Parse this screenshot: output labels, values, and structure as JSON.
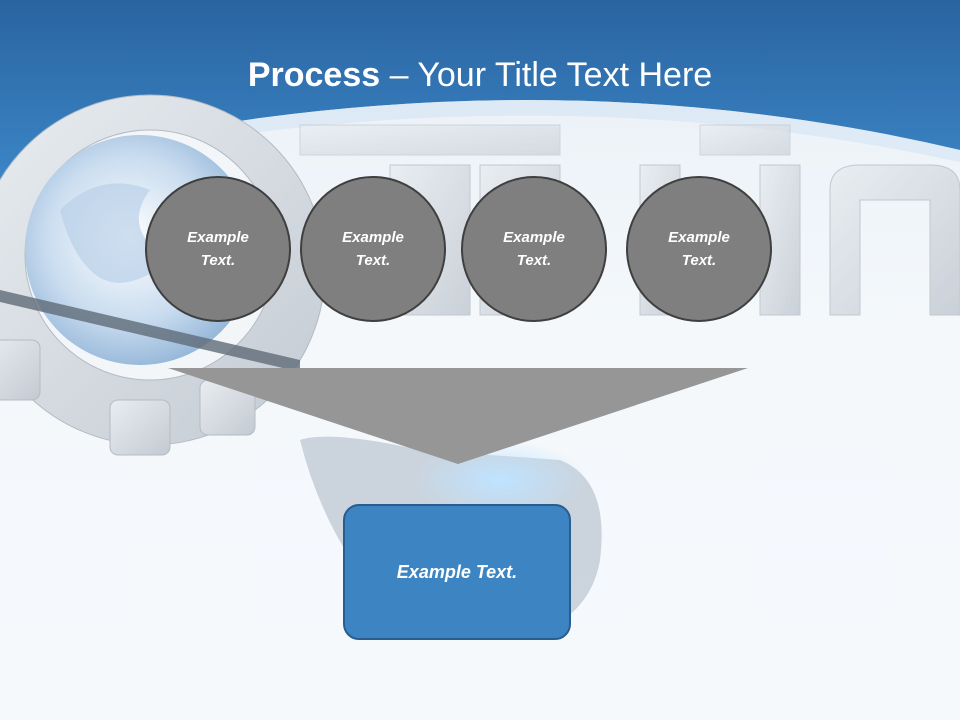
{
  "slide": {
    "title_bold": "Process",
    "title_rest": " – Your Title Text Here",
    "circles": [
      {
        "line1": "Example",
        "line2": "Text."
      },
      {
        "line1": "Example",
        "line2": "Text."
      },
      {
        "line1": "Example",
        "line2": "Text."
      },
      {
        "line1": "Example",
        "line2": "Text."
      }
    ],
    "result_box": "Example Text."
  },
  "colors": {
    "header_blue": "#2f6fac",
    "circle_fill": "#7f7f7f",
    "funnel_fill": "#969696",
    "box_fill": "#3c85c2"
  }
}
